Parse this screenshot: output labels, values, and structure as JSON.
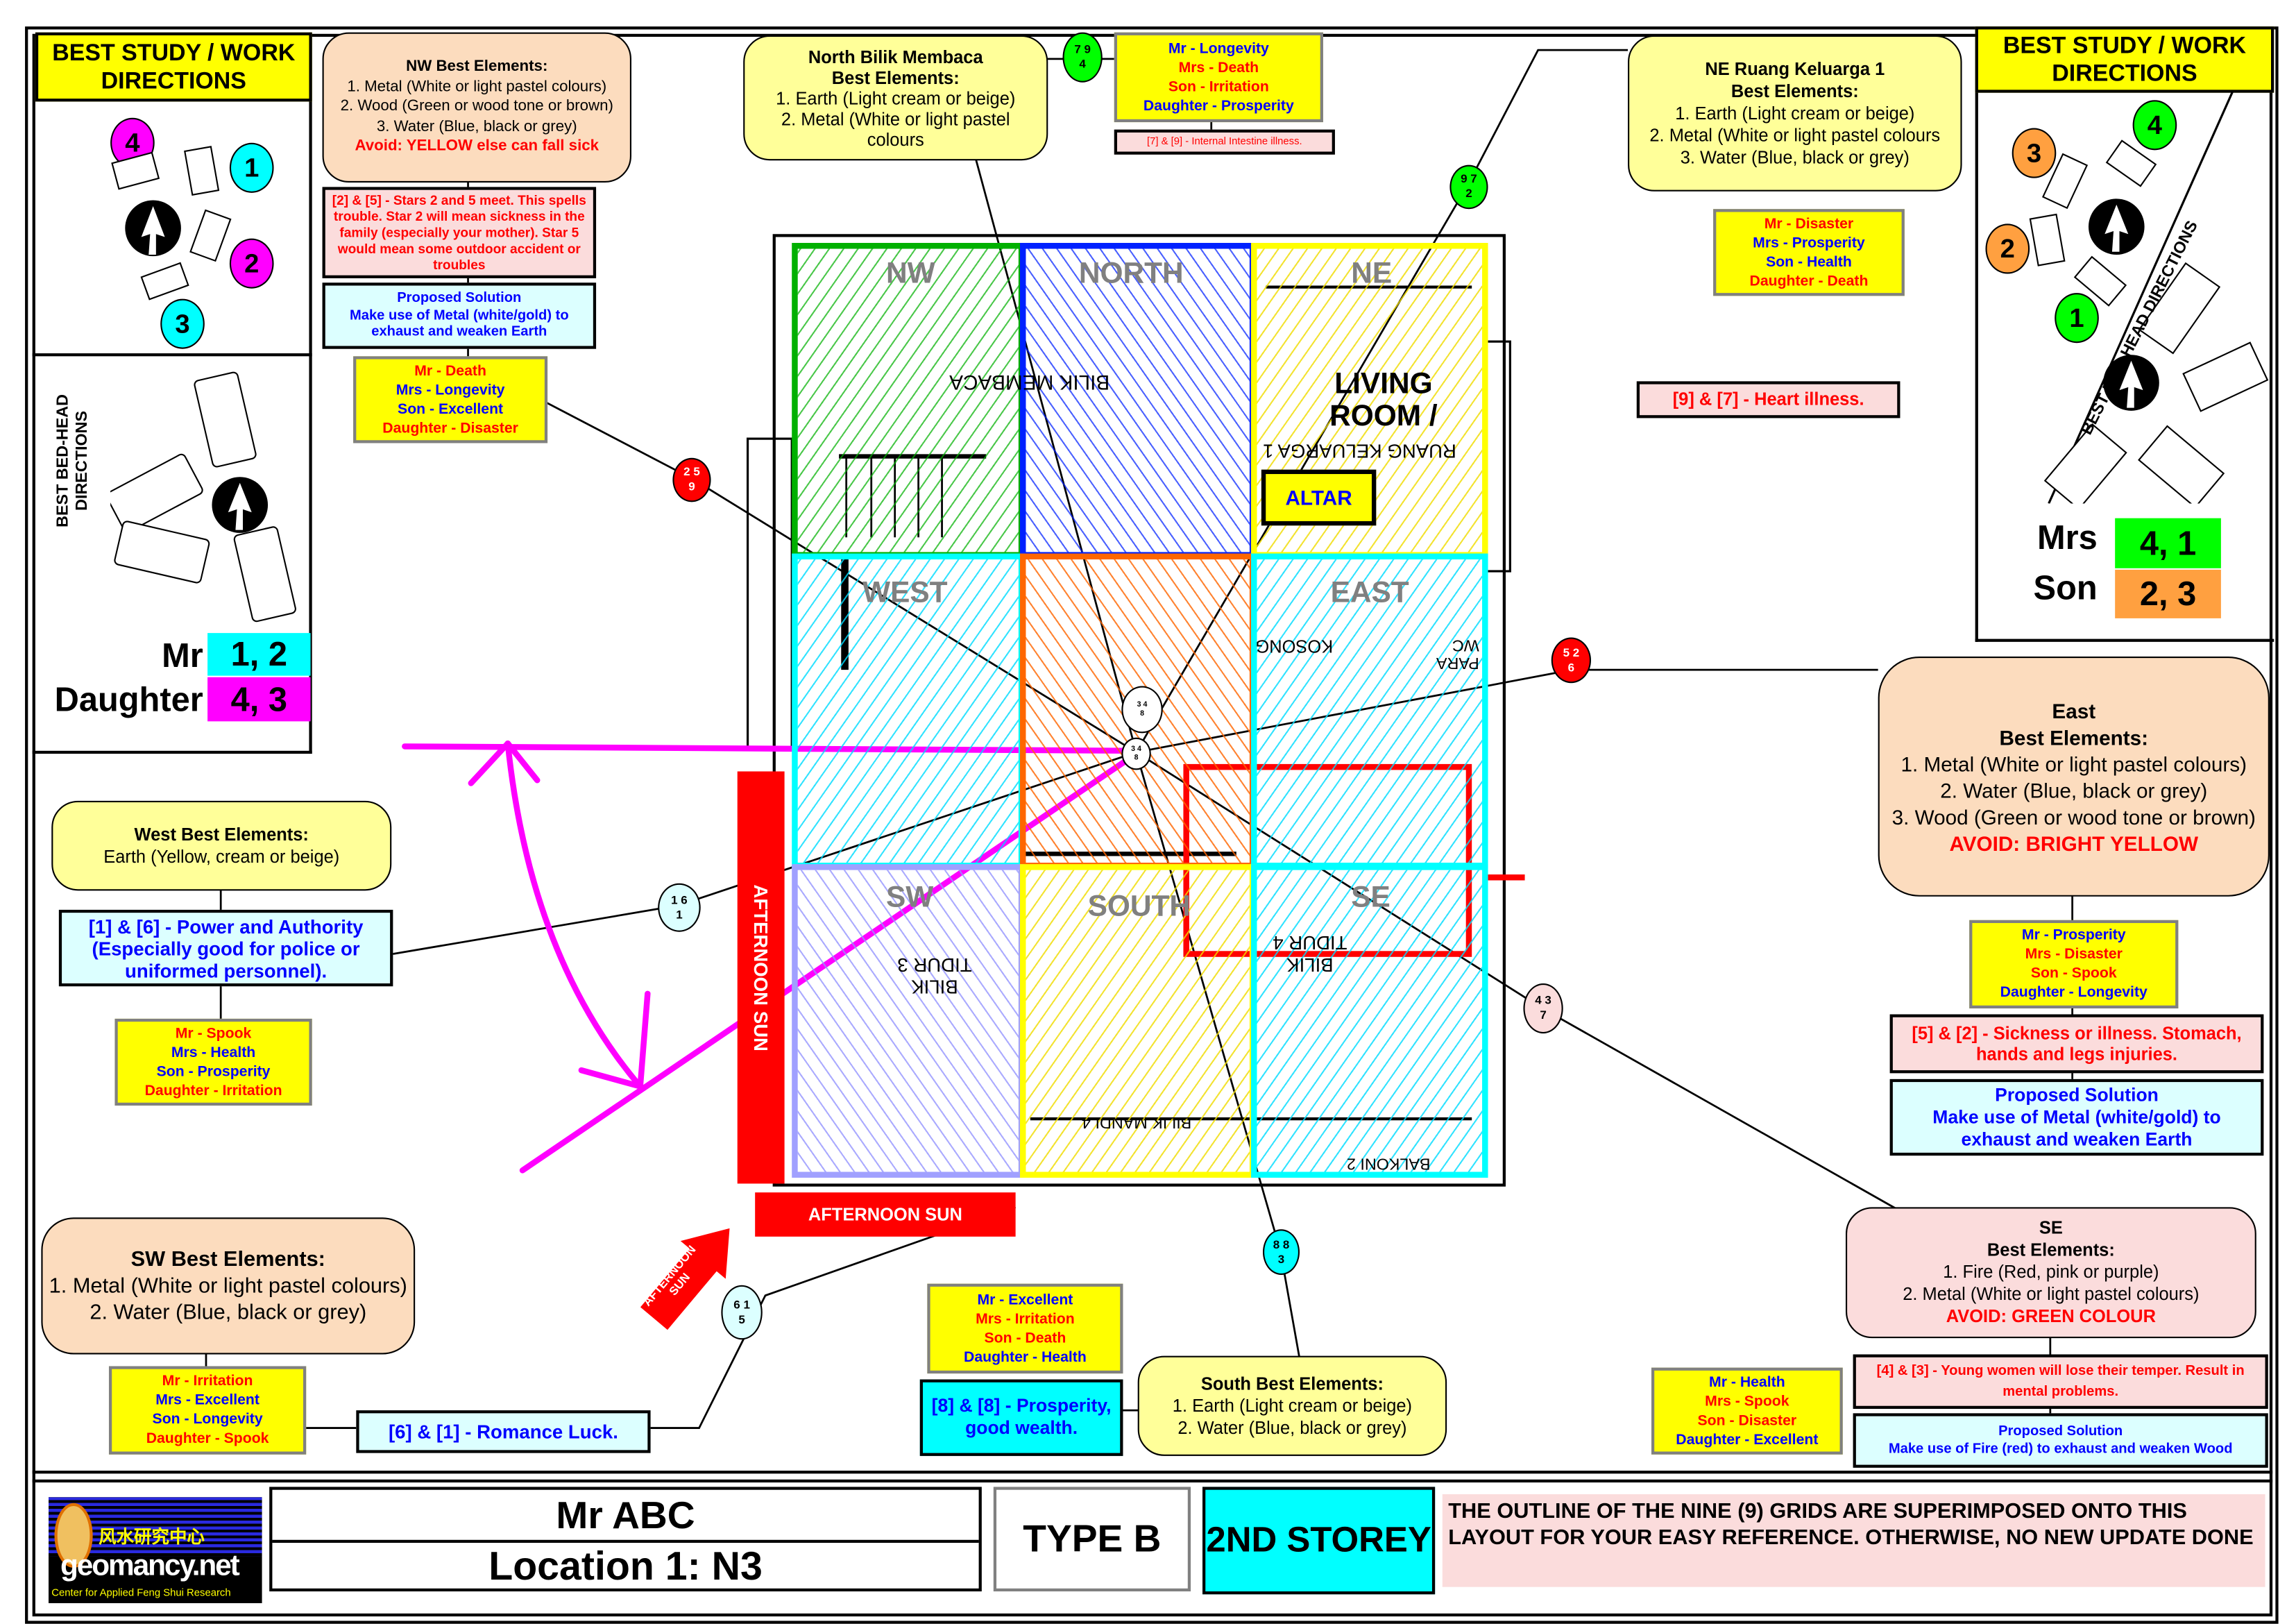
{
  "left_panel": {
    "study_title": "BEST STUDY / WORK DIRECTIONS",
    "study_numbers": [
      "4",
      "1",
      "2",
      "3"
    ],
    "bed_title": "BEST BED-HEAD DIRECTIONS",
    "people": [
      {
        "name": "Mr",
        "directions": "1, 2",
        "color": "#00ffff"
      },
      {
        "name": "Daughter",
        "directions": "4, 3",
        "color": "#ff00ff"
      }
    ]
  },
  "right_panel": {
    "study_title": "BEST STUDY / WORK DIRECTIONS",
    "study_numbers": [
      "3",
      "4",
      "2",
      "1"
    ],
    "bed_title": "BEST BED-HEAD DIRECTIONS",
    "people": [
      {
        "name": "Mrs",
        "directions": "4, 1",
        "color": "#00ff00"
      },
      {
        "name": "Son",
        "directions": "2, 3",
        "color": "#ffa040"
      }
    ]
  },
  "sectors": {
    "nw": {
      "title": "NW  Best Elements:",
      "lines": [
        "1. Metal (White or light pastel colours)",
        "2. Wood (Green or wood tone or brown)",
        "3. Water (Blue, black or grey)"
      ],
      "avoid": "Avoid: YELLOW else can fall sick",
      "note": "[2] & [5] - Stars 2 and 5 meet. This spells trouble. Star 2 will mean sickness in the family (especially your mother). Star 5 would mean some outdoor accident or troubles",
      "solution_title": "Proposed Solution",
      "solution": "Make use of Metal (white/gold) to exhaust and weaken Earth",
      "fortunes": [
        "Mr -  Death",
        "Mrs -  Longevity",
        "Son -  Excellent",
        "Daughter -  Disaster"
      ],
      "stars": {
        "top": "2  5",
        "bottom": "9",
        "color": "#ff0000"
      }
    },
    "north": {
      "title": "North Bilik Membaca",
      "subtitle": "Best Elements:",
      "lines": [
        "1. Earth (Light cream or beige)",
        "2. Metal (White or light pastel colours"
      ],
      "note": "[7] & [9] - Internal Intestine illness.",
      "fortunes": [
        "Mr -  Longevity",
        "Mrs -  Death",
        "Son -  Irritation",
        "Daughter -  Prosperity"
      ],
      "stars": {
        "top": "7  9",
        "bottom": "4",
        "color": "#00ff00"
      }
    },
    "ne": {
      "title": "NE Ruang Keluarga 1",
      "subtitle": "Best Elements:",
      "lines": [
        "1. Earth (Light cream or beige)",
        "2. Metal (White or light pastel colours",
        "3. Water (Blue, black or grey)"
      ],
      "note": "[9] & [7] - Heart illness.",
      "fortunes": [
        "Mr -  Disaster",
        "Mrs -  Prosperity",
        "Son -  Health",
        "Daughter -  Death"
      ],
      "stars": {
        "top": "9  7",
        "bottom": "2",
        "color": "#00ff00"
      }
    },
    "west": {
      "title": "West Best Elements:",
      "lines": [
        "Earth (Yellow, cream or beige)"
      ],
      "note": "[1] & [6] - Power and Authority (Especially good for police or uniformed personnel).",
      "fortunes": [
        "Mr -  Spook",
        "Mrs -  Health",
        "Son -  Prosperity",
        "Daughter -  Irritation"
      ],
      "stars": {
        "top": "1  6",
        "bottom": "1",
        "color": "#dcffff"
      }
    },
    "east": {
      "title": "East",
      "subtitle": "Best Elements:",
      "lines": [
        "1. Metal (White or light pastel colours)",
        "2. Water (Blue, black or grey)",
        "3. Wood (Green or wood tone or brown)"
      ],
      "avoid": "AVOID: BRIGHT YELLOW",
      "note": "[5] & [2] - Sickness or illness. Stomach, hands and legs injuries.",
      "solution_title": "Proposed Solution",
      "solution": "Make use of Metal (white/gold) to exhaust and weaken Earth",
      "fortunes": [
        "Mr -  Prosperity",
        "Mrs -  Disaster",
        "Son -  Spook",
        "Daughter -  Longevity"
      ],
      "stars": {
        "top": "5  2",
        "bottom": "6",
        "color": "#ff0000"
      }
    },
    "sw": {
      "title": "SW Best Elements:",
      "lines": [
        "1. Metal (White or light pastel colours)",
        "2. Water (Blue, black or grey)"
      ],
      "note": "[6] & [1] - Romance Luck.",
      "fortunes": [
        "Mr -  Irritation",
        "Mrs -  Excellent",
        "Son -  Longevity",
        "Daughter -  Spook"
      ],
      "stars": {
        "top": "6  1",
        "bottom": "5",
        "color": "#dcffff"
      }
    },
    "south": {
      "title": "South Best Elements:",
      "lines": [
        "1. Earth (Light cream or beige)",
        "2. Water (Blue, black or grey)"
      ],
      "note": "[8] & [8] - Prosperity, good wealth.",
      "fortunes": [
        "Mr -  Excellent",
        "Mrs -  Irritation",
        "Son -  Death",
        "Daughter -  Health"
      ],
      "stars": {
        "top": "8  8",
        "bottom": "3",
        "color": "#00ffff"
      }
    },
    "se": {
      "title": "SE",
      "subtitle": "Best Elements:",
      "lines": [
        "1. Fire (Red, pink or purple)",
        "2. Metal (White or light pastel colours)"
      ],
      "avoid": "AVOID: GREEN COLOUR",
      "note": "[4] & [3] - Young women will lose their temper. Result in mental problems.",
      "solution_title": "Proposed Solution",
      "solution": "Make use of Fire (red) to exhaust and weaken Wood",
      "fortunes": [
        "Mr -  Health",
        "Mrs -  Spook",
        "Son -  Disaster",
        "Daughter -  Excellent"
      ],
      "stars": {
        "top": "4  3",
        "bottom": "7",
        "color": "#fbdcdc"
      }
    },
    "center": {
      "stars": {
        "top": "3  4",
        "bottom": "8",
        "color": "#ffffff"
      }
    }
  },
  "plan": {
    "grid_labels": [
      "NW",
      "NORTH",
      "NE",
      "WEST",
      "",
      "EAST",
      "SW",
      "SOUTH",
      "SE"
    ],
    "grid_colors": [
      "#00b000",
      "#0020ff",
      "#ffff00",
      "#00ffff",
      "#ff6600",
      "#00ffff",
      "#a0a0ff",
      "#ffff00",
      "#00ffff"
    ],
    "rooms": {
      "bilik_membaca": "BILIK MEMBACA",
      "living_room": "LIVING ROOM /",
      "ruang_keluarga": "RUANG KELUARGA 1",
      "altar": "ALTAR",
      "kosong": "KOSONG",
      "para_wc": "PARA WC",
      "bilik_tidur_3": "BILIK TIDUR 3",
      "bilik_tidur_4": "BILIK TIDUR 4",
      "bilik_mandi_4": "BILIK MANDI 4",
      "balkoni": "BALKONI 2"
    },
    "afternoon_sun": "AFTERNOON SUN",
    "afternoon_sun_arrow": "AFTERNOON SUN"
  },
  "footer": {
    "logo_text": "geomancy.net",
    "logo_chinese": "风水研究中心",
    "logo_sub": "Center for Applied Feng Shui Research",
    "client": "Mr ABC",
    "location": "Location 1: N3",
    "type": "TYPE B",
    "storey": "2ND STOREY",
    "notice": "THE OUTLINE OF THE NINE (9) GRIDS ARE SUPERIMPOSED ONTO THIS LAYOUT FOR YOUR EASY REFERENCE. OTHERWISE, NO NEW UPDATE DONE"
  }
}
